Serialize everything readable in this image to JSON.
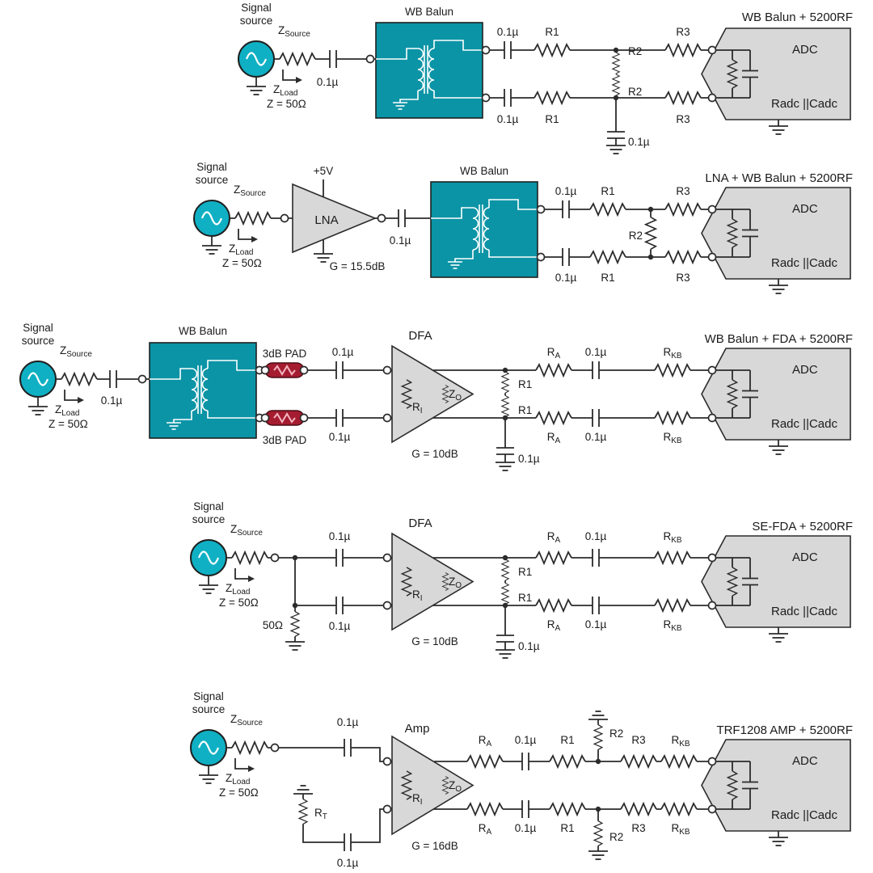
{
  "colors": {
    "source_teal": "#0fb0c4",
    "balun_teal": "#0b94a6",
    "pad_red": "#a51c30",
    "block_gray": "#d8d8d8",
    "wire": "#2b2b2b"
  },
  "common": {
    "signal1": "Signal",
    "signal2": "source",
    "z": "Z",
    "source_sub": "Source",
    "load_sub": "Load",
    "z50": "Z = 50Ω",
    "cap": "0.1µ",
    "r": "R",
    "sub_a": "A",
    "sub_kb": "KB",
    "sub_i": "I",
    "sub_o": "O",
    "sub_t": "T",
    "r1": "R1",
    "r2": "R2",
    "r3": "R3",
    "wb_balun": "WB Balun",
    "dfa": "DFA",
    "lna": "LNA",
    "amp": "Amp",
    "pad": "3dB PAD",
    "adc": "ADC",
    "radc": "Radc ||Cadc",
    "plus5v": "+5V",
    "ohm50": "50Ω"
  },
  "rows": [
    {
      "title": "WB Balun + 5200RF"
    },
    {
      "title": "LNA + WB Balun + 5200RF",
      "gain": "G = 15.5dB"
    },
    {
      "title": "WB Balun + FDA + 5200RF",
      "gain": "G = 10dB"
    },
    {
      "title": "SE-FDA + 5200RF",
      "gain": "G = 10dB"
    },
    {
      "title": "TRF1208 AMP + 5200RF",
      "gain": "G = 16dB"
    }
  ]
}
